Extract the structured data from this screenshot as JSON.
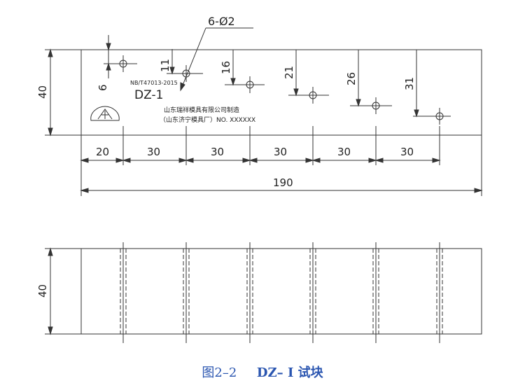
{
  "top_view": {
    "hole_label": "6-Ø2",
    "height_label": "40",
    "spacing_labels": [
      "20",
      "30",
      "30",
      "30",
      "30",
      "30"
    ],
    "total_length_label": "190",
    "depth_labels": [
      "6",
      "11",
      "16",
      "21",
      "26",
      "31"
    ],
    "engraving": {
      "standard": "NB/T47013-2015",
      "model": "DZ-1",
      "maker_line1": "山东瑞祥模具有限公司制造",
      "maker_line2": "（山东济宁模具厂）NO. XXXXXX"
    }
  },
  "side_view": {
    "height_label": "40"
  },
  "caption": {
    "figure": "图2–2",
    "name": "DZ– I 试块"
  }
}
